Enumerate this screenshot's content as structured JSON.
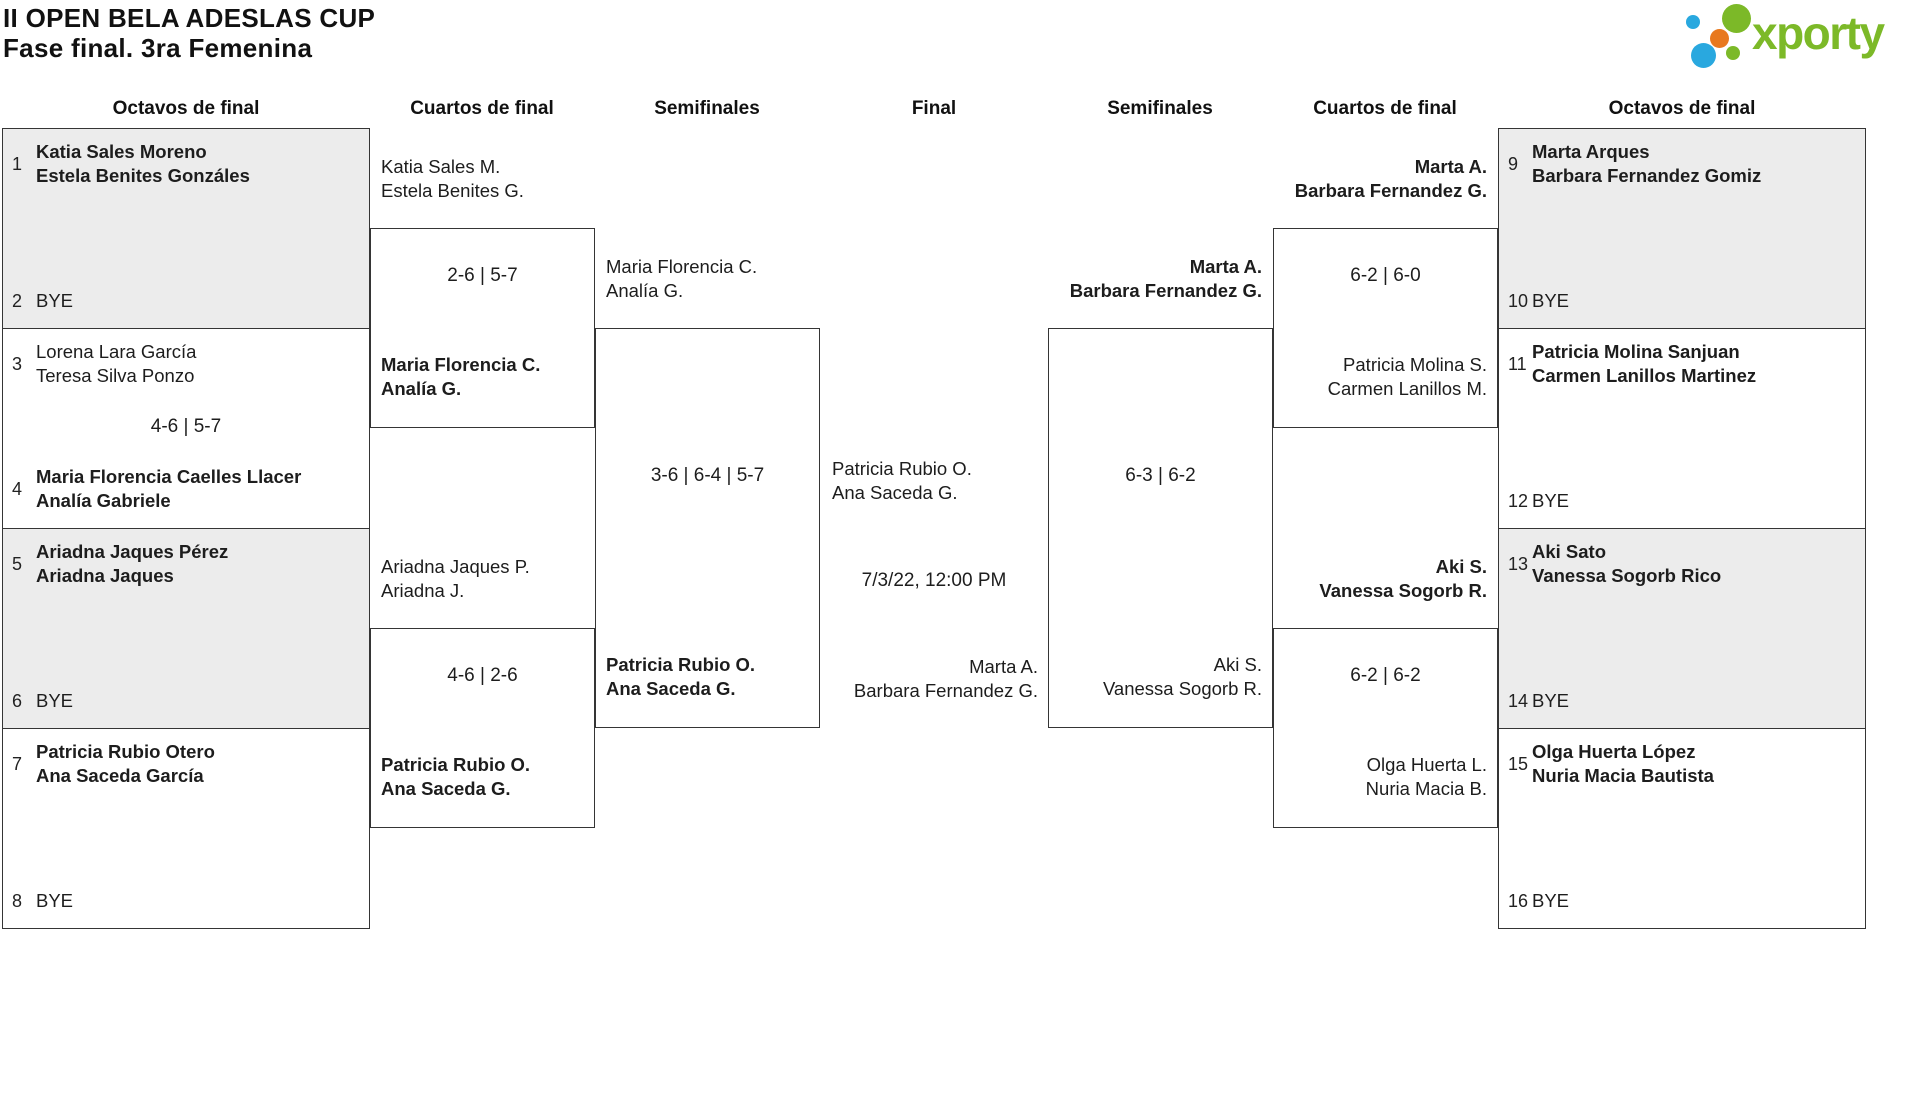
{
  "header": {
    "title": "II OPEN BELA ADESLAS CUP",
    "subtitle": "Fase final. 3ra Femenina"
  },
  "logo": {
    "brand": "xporty",
    "green": "#7cb928",
    "blue": "#29a8df",
    "orange": "#e8791e"
  },
  "round_headers": [
    "Octavos de final",
    "Cuartos de final",
    "Semifinales",
    "Final",
    "Semifinales",
    "Cuartos de final",
    "Octavos de final"
  ],
  "bracket": {
    "octavos_left": [
      {
        "seed_a": "1",
        "team_a": [
          "Katia Sales Moreno",
          "Estela Benites Gonzáles"
        ],
        "a_winner": true,
        "seed_b": "2",
        "team_b": [
          "BYE"
        ],
        "b_winner": false,
        "score": "",
        "highlighted": true
      },
      {
        "seed_a": "3",
        "team_a": [
          "Lorena Lara García",
          "Teresa Silva Ponzo"
        ],
        "a_winner": false,
        "seed_b": "4",
        "team_b": [
          "Maria Florencia Caelles Llacer",
          "Analía Gabriele"
        ],
        "b_winner": true,
        "score": "4-6 | 5-7",
        "highlighted": false
      },
      {
        "seed_a": "5",
        "team_a": [
          "Ariadna Jaques Pérez",
          "Ariadna Jaques"
        ],
        "a_winner": true,
        "seed_b": "6",
        "team_b": [
          "BYE"
        ],
        "b_winner": false,
        "score": "",
        "highlighted": true
      },
      {
        "seed_a": "7",
        "team_a": [
          "Patricia Rubio Otero",
          "Ana Saceda García"
        ],
        "a_winner": true,
        "seed_b": "8",
        "team_b": [
          "BYE"
        ],
        "b_winner": false,
        "score": "",
        "highlighted": false
      }
    ],
    "octavos_right": [
      {
        "seed_a": "9",
        "team_a": [
          "Marta Arques",
          "Barbara Fernandez Gomiz"
        ],
        "a_winner": true,
        "seed_b": "10",
        "team_b": [
          "BYE"
        ],
        "b_winner": false,
        "score": "",
        "highlighted": true
      },
      {
        "seed_a": "11",
        "team_a": [
          "Patricia Molina Sanjuan",
          "Carmen Lanillos Martinez"
        ],
        "a_winner": true,
        "seed_b": "12",
        "team_b": [
          "BYE"
        ],
        "b_winner": false,
        "score": "",
        "highlighted": false
      },
      {
        "seed_a": "13",
        "team_a": [
          "Aki Sato",
          "Vanessa Sogorb Rico"
        ],
        "a_winner": true,
        "seed_b": "14",
        "team_b": [
          "BYE"
        ],
        "b_winner": false,
        "score": "",
        "highlighted": true
      },
      {
        "seed_a": "15",
        "team_a": [
          "Olga Huerta López",
          "Nuria Macia Bautista"
        ],
        "a_winner": true,
        "seed_b": "16",
        "team_b": [
          "BYE"
        ],
        "b_winner": false,
        "score": "",
        "highlighted": false
      }
    ],
    "cuartos_left": [
      {
        "team_a": [
          "Katia Sales M.",
          "Estela Benites G."
        ],
        "a_winner": false,
        "team_b": [
          "Maria Florencia C.",
          "Analía G."
        ],
        "b_winner": true,
        "score": "2-6 | 5-7"
      },
      {
        "team_a": [
          "Ariadna Jaques P.",
          "Ariadna J."
        ],
        "a_winner": false,
        "team_b": [
          "Patricia Rubio O.",
          "Ana Saceda G."
        ],
        "b_winner": true,
        "score": "4-6 | 2-6"
      }
    ],
    "semifinal_left": {
      "team_a": [
        "Maria Florencia C.",
        "Analía G."
      ],
      "a_winner": false,
      "team_b": [
        "Patricia Rubio O.",
        "Ana Saceda G."
      ],
      "b_winner": true,
      "score": "3-6 | 6-4 | 5-7"
    },
    "final": {
      "team_a": [
        "Patricia Rubio O.",
        "Ana Saceda G."
      ],
      "team_b": [
        "Marta A.",
        "Barbara Fernandez G."
      ],
      "datetime": "7/3/22, 12:00 PM"
    },
    "semifinal_right": {
      "team_a": [
        "Marta A.",
        "Barbara Fernandez G."
      ],
      "a_winner": true,
      "team_b": [
        "Aki S.",
        "Vanessa Sogorb R."
      ],
      "b_winner": false,
      "score": "6-3 | 6-2"
    },
    "cuartos_right": [
      {
        "team_a": [
          "Marta A.",
          "Barbara Fernandez G."
        ],
        "a_winner": true,
        "team_b": [
          "Patricia Molina S.",
          "Carmen Lanillos M."
        ],
        "b_winner": false,
        "score": "6-2 | 6-0"
      },
      {
        "team_a": [
          "Aki S.",
          "Vanessa Sogorb R."
        ],
        "a_winner": true,
        "team_b": [
          "Olga Huerta L.",
          "Nuria Macia B."
        ],
        "b_winner": false,
        "score": "6-2 | 6-2"
      }
    ]
  }
}
